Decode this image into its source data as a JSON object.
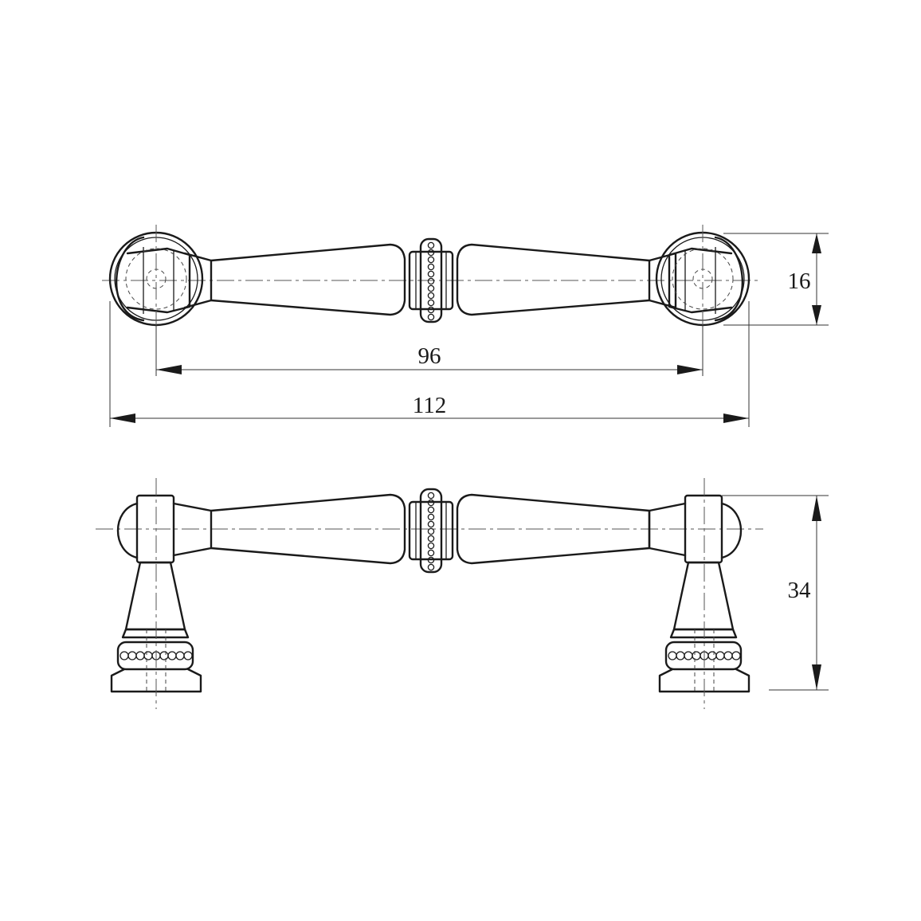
{
  "dimensions": {
    "height_top": "16",
    "center_distance": "96",
    "overall_length": "112",
    "projection": "34"
  }
}
